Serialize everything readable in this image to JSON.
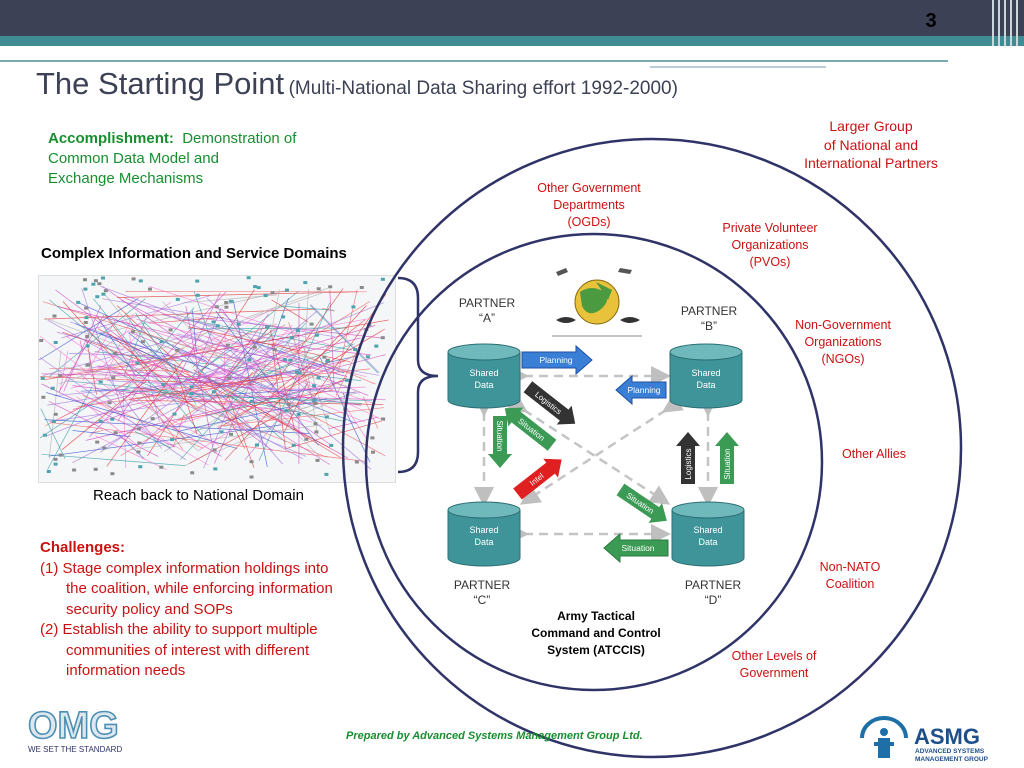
{
  "page_number": "3",
  "title": {
    "main": "The Starting Point",
    "sub": "(Multi-National Data Sharing effort 1992-2000)"
  },
  "accomplishment": {
    "label": "Accomplishment:",
    "text_line1": "Demonstration of",
    "text_line2": "Common Data Model and",
    "text_line3": "Exchange Mechanisms"
  },
  "domains_heading": "Complex Information and Service Domains",
  "reachback_caption": "Reach back to National Domain",
  "challenges": {
    "heading": "Challenges:",
    "items": [
      {
        "num": "(1)",
        "line1": "Stage complex information holdings into",
        "line2": "the coalition, while enforcing information",
        "line3": "security policy and SOPs"
      },
      {
        "num": "(2)",
        "line1": "Establish the ability to support multiple",
        "line2": "communities of interest with different",
        "line3": "information needs"
      }
    ]
  },
  "outer_groups": {
    "larger_group": [
      "Larger Group",
      "of National and",
      "International Partners"
    ],
    "ogds": [
      "Other Government",
      "Departments",
      "(OGDs)"
    ],
    "pvos": [
      "Private Volunteer",
      "Organizations",
      "(PVOs)"
    ],
    "ngos": [
      "Non-Government",
      "Organizations",
      "(NGOs)"
    ],
    "other_allies": "Other Allies",
    "non_nato": [
      "Non-NATO",
      "Coalition"
    ],
    "other_levels": [
      "Other  Levels of",
      "Government"
    ]
  },
  "atccis": {
    "partners": [
      {
        "id": "A",
        "line1": "PARTNER",
        "line2": "“A”"
      },
      {
        "id": "B",
        "line1": "PARTNER",
        "line2": "“B”"
      },
      {
        "id": "C",
        "line1": "PARTNER",
        "line2": "“C”"
      },
      {
        "id": "D",
        "line1": "PARTNER",
        "line2": "“D”"
      }
    ],
    "shared_data": [
      "Shared",
      "Data"
    ],
    "flows": {
      "planning": "Planning",
      "logistics": "Logistics",
      "situation": "Situation",
      "intel": "Intel"
    },
    "caption": [
      "Army Tactical",
      "Command and Control",
      "System (ATCCIS)"
    ]
  },
  "logos": {
    "omg_letters": "OMG",
    "omg_tagline": "WE SET THE STANDARD",
    "asmg_name": "ASMG",
    "asmg_sub1": "ADVANCED SYSTEMS",
    "asmg_sub2": "MANAGEMENT GROUP"
  },
  "footer": "Prepared by Advanced Systems Management Group Ltd.",
  "colors": {
    "header_dark": "#3c4155",
    "header_teal": "#3f8d92",
    "title_text": "#3c4155",
    "accomplishment_green": "#178f2f",
    "challenge_red": "#cc1111",
    "circle_navy": "#2f3368",
    "cylinder_teal": "#3f9499",
    "planning_blue": "#3a7fd6",
    "situation_green": "#3b9b55",
    "logistics_dark": "#333333",
    "intel_red": "#e02020"
  }
}
